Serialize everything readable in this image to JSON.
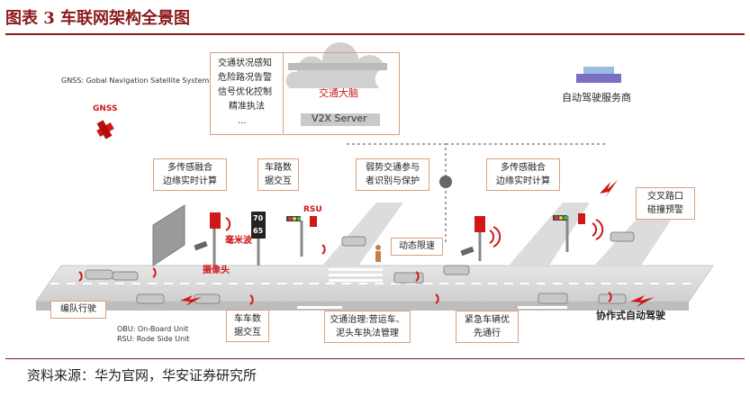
{
  "header": {
    "title": "图表 3 车联网架构全景图"
  },
  "source": "资料来源：华为官网，华安证券研究所",
  "diagram": {
    "gnss_note": "GNSS: Gobal Navigation Satellite System",
    "gnss_label": "GNSS",
    "cloud_services": [
      "交通状况感知",
      "危险路况告警",
      "信号优化控制",
      "精准执法",
      "..."
    ],
    "brain_label": "交通大脑",
    "server_label": "V2X Server",
    "provider_label": "自动驾驶服务商",
    "callouts": {
      "fusion_left": [
        "多传感融合",
        "边缘实时计算"
      ],
      "road_vehicle": [
        "车路数",
        "据交互"
      ],
      "vulnerable": [
        "弱势交通参与",
        "者识别与保护"
      ],
      "fusion_right": [
        "多传感融合",
        "边缘实时计算"
      ],
      "intersection": [
        "交叉路口",
        "碰撞预警"
      ],
      "dynamic_speed": "动态限速",
      "platoon": "编队行驶",
      "v2v": [
        "车车数",
        "据交互"
      ],
      "governance": [
        "交通治理:营运车、",
        "泥头车执法管理"
      ],
      "emergency": [
        "紧急车辆优",
        "先通行"
      ],
      "cooperative": "协作式自动驾驶"
    },
    "inline_labels": {
      "rsu": "RSU",
      "mmwave": "毫米波",
      "camera": "摄像头"
    },
    "speed_signs": [
      "70",
      "65"
    ],
    "legend": [
      "OBU: On-Board Unit",
      "RSU: Rode Side Unit"
    ]
  }
}
